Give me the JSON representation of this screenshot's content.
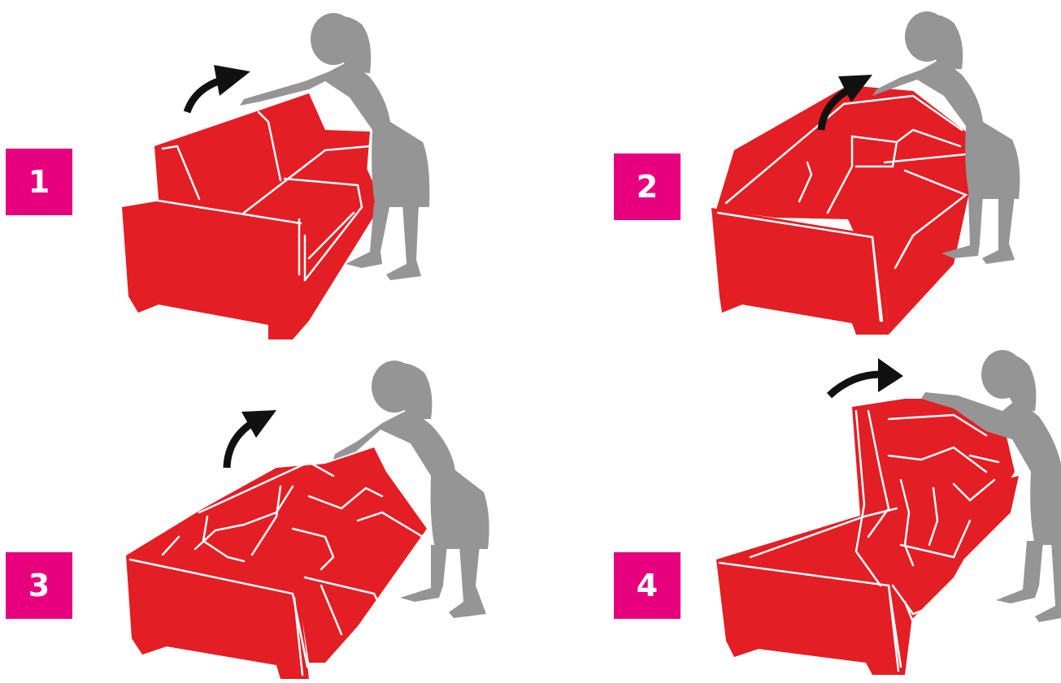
{
  "colors": {
    "badge": "#e6007e",
    "sofa": "#e31e24",
    "sofa_lines": "#ffffff",
    "person": "#959595",
    "arrow": "#111111"
  },
  "steps": [
    {
      "number": "1",
      "icons": [
        "sofa-icon",
        "person-icon",
        "curved-arrow-icon"
      ]
    },
    {
      "number": "2",
      "icons": [
        "sofa-icon",
        "person-icon",
        "curved-arrow-icon"
      ]
    },
    {
      "number": "3",
      "icons": [
        "sofa-icon",
        "person-icon",
        "curved-arrow-icon"
      ]
    },
    {
      "number": "4",
      "icons": [
        "sofa-icon",
        "person-icon",
        "curved-arrow-icon"
      ]
    }
  ]
}
